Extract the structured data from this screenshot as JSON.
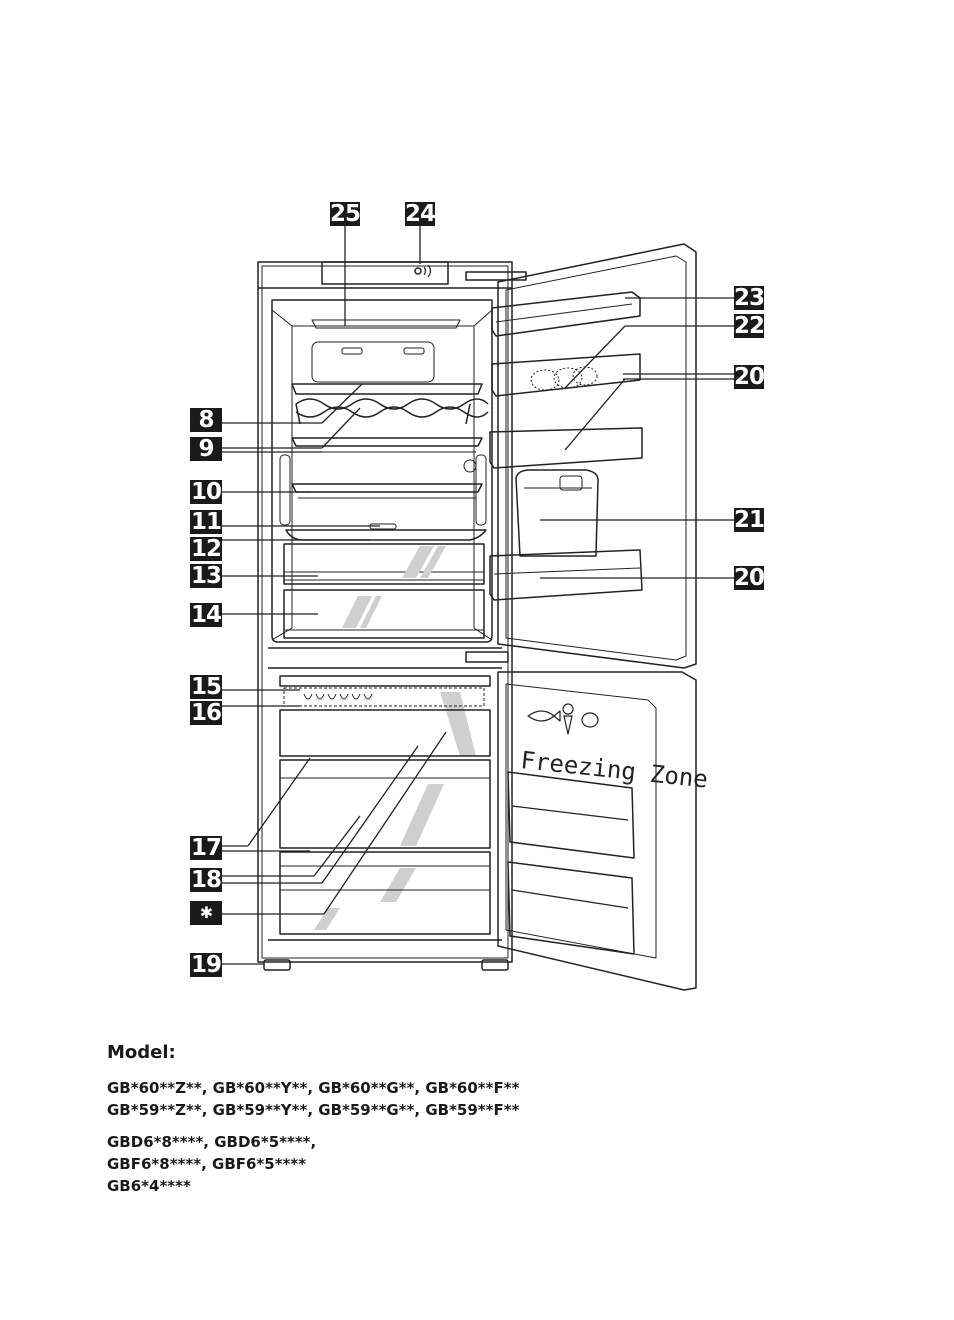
{
  "labels": {
    "l25": "25",
    "l24": "24",
    "l23": "23",
    "l22": "22",
    "l20a": "20",
    "l21": "21",
    "l20b": "20",
    "l8": "8",
    "l9": "9",
    "l10": "10",
    "l11": "11",
    "l12": "12",
    "l13": "13",
    "l14": "14",
    "l15": "15",
    "l16": "16",
    "l17": "17",
    "l18": "18",
    "lstar": "✱",
    "l19": "19"
  },
  "door_text": "Freezing Zone",
  "model": {
    "title": "Model:",
    "group1": [
      "GB*60**Z**,  GB*60**Y**,  GB*60**G**,  GB*60**F**",
      "GB*59**Z**,  GB*59**Y**,  GB*59**G**,  GB*59**F**"
    ],
    "group2": [
      "GBD6*8****,  GBD6*5****,",
      "GBF6*8****,  GBF6*5****",
      "GB6*4****"
    ]
  }
}
